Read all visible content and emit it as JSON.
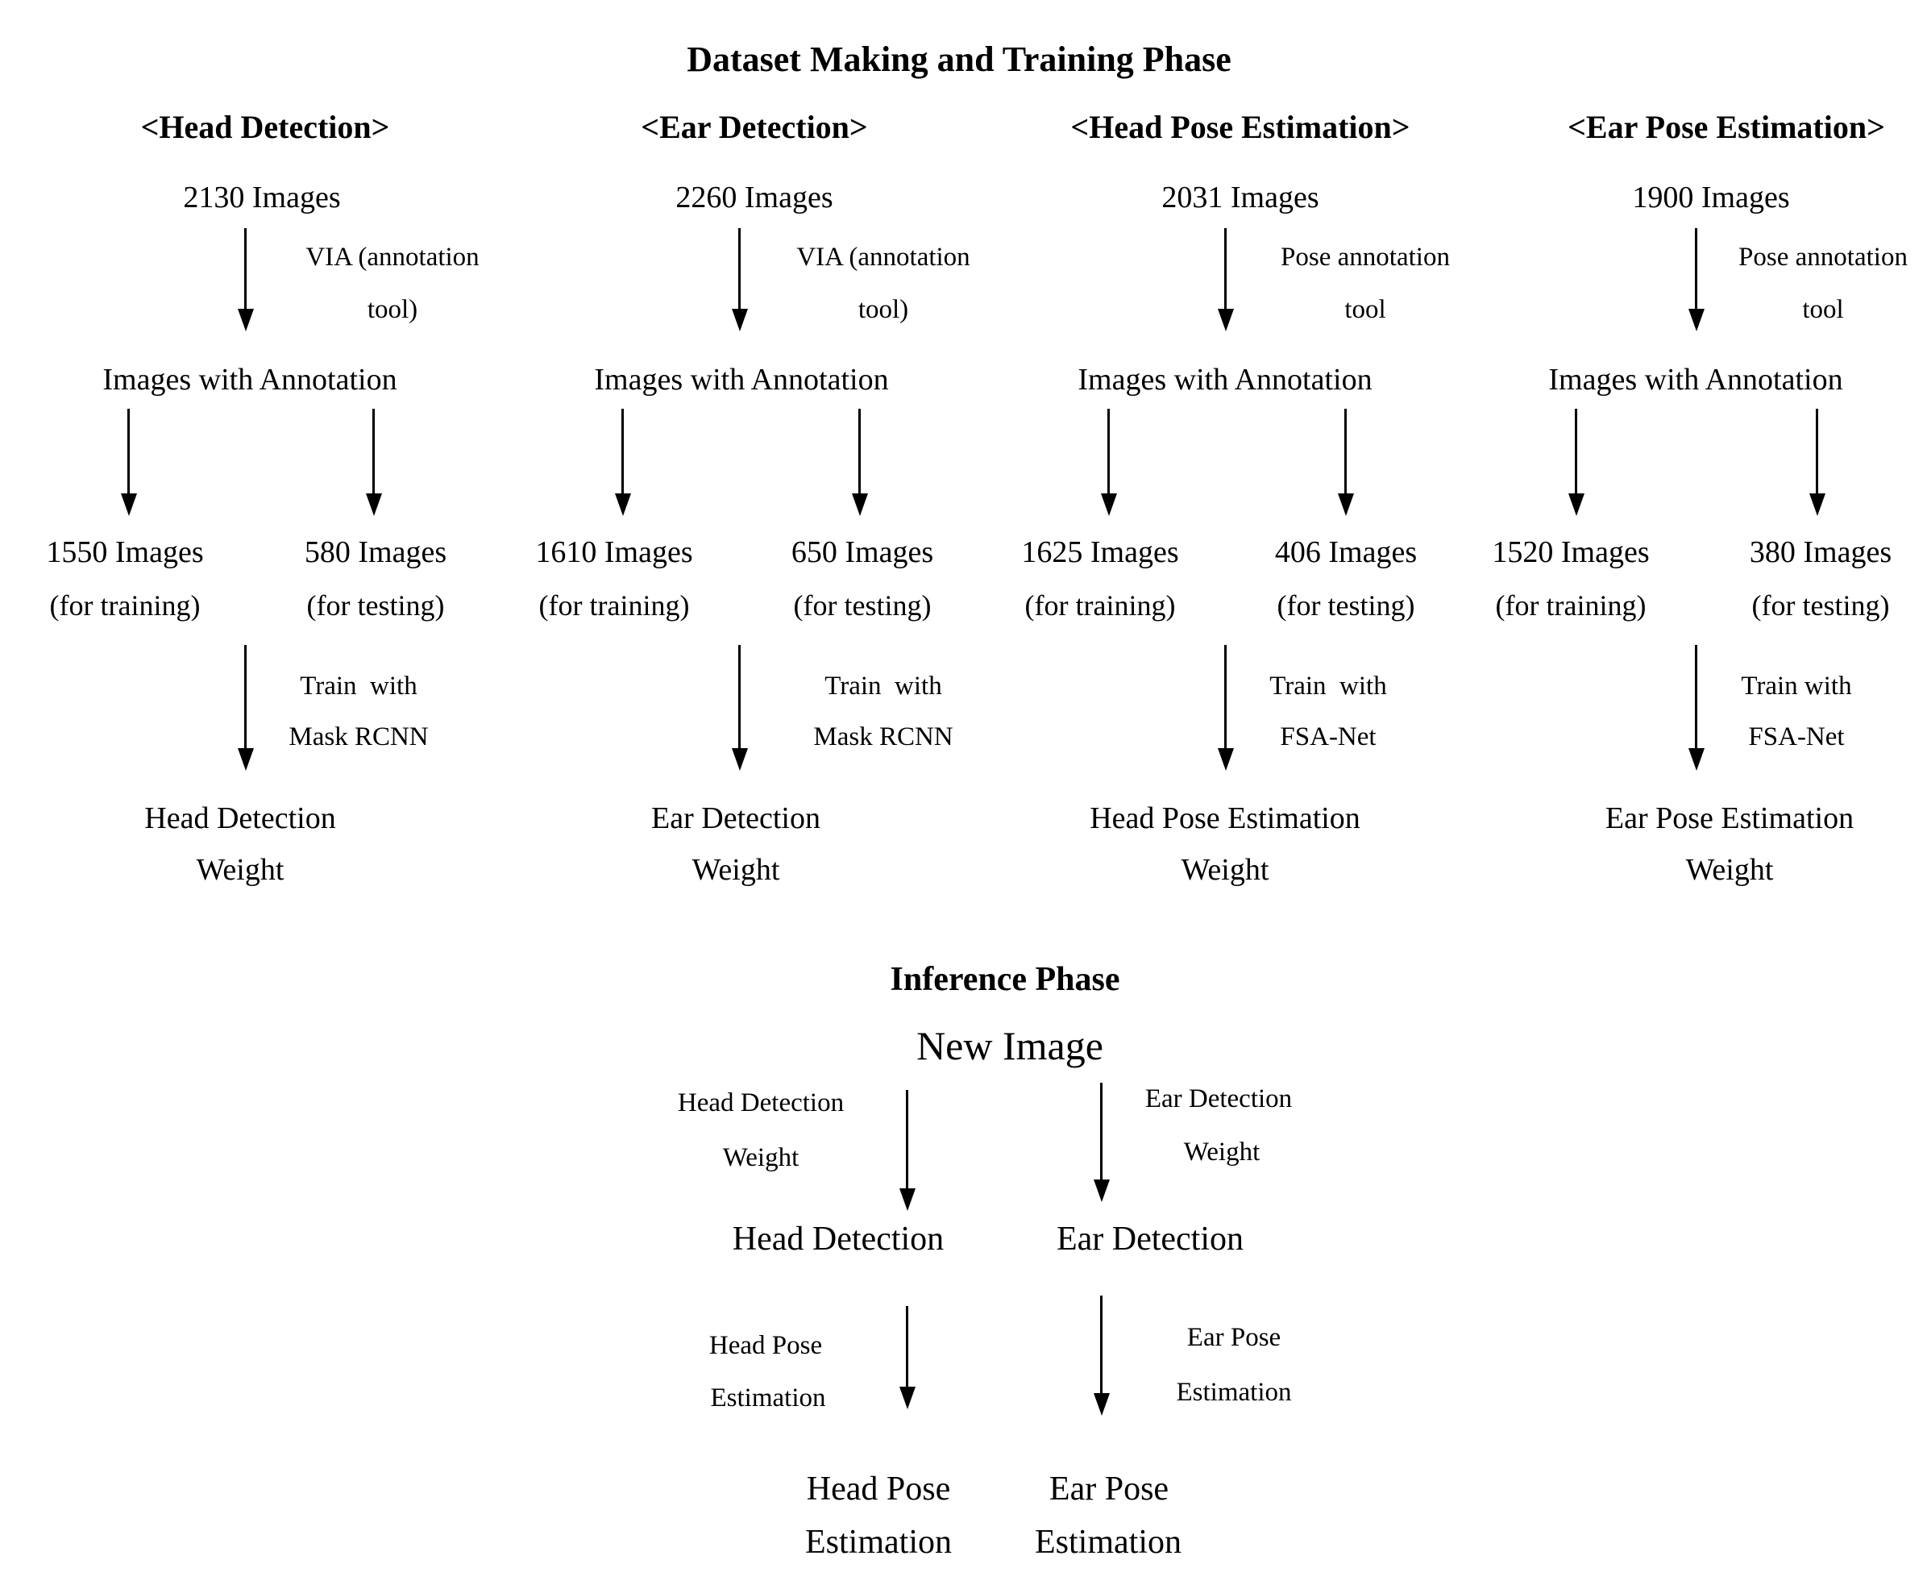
{
  "page": {
    "background": "#ffffff",
    "text_color": "#000000"
  },
  "training": {
    "title": "Dataset Making and Training Phase",
    "columns": [
      {
        "header": "<Head Detection>",
        "total": "2130 Images",
        "tool_label": [
          "VIA (annotation",
          "tool)"
        ],
        "annotated": "Images with Annotation",
        "train_count": "1550 Images",
        "train_note": "(for training)",
        "test_count": "580 Images",
        "test_note": "(for testing)",
        "train_label": [
          "Train  with",
          "Mask RCNN"
        ],
        "weight": [
          "Head Detection",
          "Weight"
        ]
      },
      {
        "header": "<Ear Detection>",
        "total": "2260 Images",
        "tool_label": [
          "VIA (annotation",
          "tool)"
        ],
        "annotated": "Images with Annotation",
        "train_count": "1610 Images",
        "train_note": "(for training)",
        "test_count": "650 Images",
        "test_note": "(for testing)",
        "train_label": [
          "Train  with",
          "Mask RCNN"
        ],
        "weight": [
          "Ear Detection",
          "Weight"
        ]
      },
      {
        "header": "<Head Pose Estimation>",
        "total": "2031 Images",
        "tool_label": [
          "Pose annotation",
          "tool"
        ],
        "annotated": "Images with Annotation",
        "train_count": "1625 Images",
        "train_note": "(for training)",
        "test_count": "406 Images",
        "test_note": "(for testing)",
        "train_label": [
          "Train  with",
          "FSA-Net"
        ],
        "weight": [
          "Head Pose Estimation",
          "Weight"
        ]
      },
      {
        "header": "<Ear Pose Estimation>",
        "total": "1900 Images",
        "tool_label": [
          "Pose annotation",
          "tool"
        ],
        "annotated": "Images with Annotation",
        "train_count": "1520 Images",
        "train_note": "(for training)",
        "test_count": "380 Images",
        "test_note": "(for testing)",
        "train_label": [
          "Train with",
          "FSA-Net"
        ],
        "weight": [
          "Ear Pose Estimation",
          "Weight"
        ]
      }
    ]
  },
  "inference": {
    "title": "Inference Phase",
    "input": "New Image",
    "left": {
      "weight_label": [
        "Head Detection",
        "Weight"
      ],
      "stage": "Head Detection",
      "op_label": [
        "Head Pose",
        "Estimation"
      ],
      "result": [
        "Head Pose",
        "Estimation"
      ]
    },
    "right": {
      "weight_label": [
        "Ear Detection",
        "Weight"
      ],
      "stage": "Ear Detection",
      "op_label": [
        "Ear Pose",
        "Estimation"
      ],
      "result": [
        "Ear Pose",
        "Estimation"
      ]
    }
  }
}
